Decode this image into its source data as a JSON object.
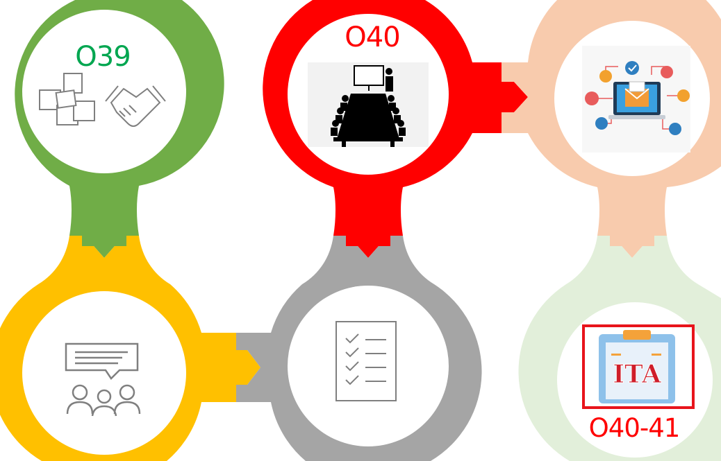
{
  "stages": [
    {
      "id": "planning",
      "color": "#70ad47",
      "label": "O39",
      "icon": "sticky-notes-handshake-icon"
    },
    {
      "id": "meeting",
      "color": "#ff0000",
      "label": "O40",
      "icon": "boardroom-meeting-icon"
    },
    {
      "id": "publish",
      "color": "#f8cbad",
      "label": "",
      "icon": "laptop-email-network-icon"
    },
    {
      "id": "discuss",
      "color": "#ffc000",
      "label": "",
      "icon": "group-feedback-icon"
    },
    {
      "id": "checklist",
      "color": "#a5a5a5",
      "label": "",
      "icon": "checklist-icon"
    },
    {
      "id": "assess",
      "color": "#e2efda",
      "label": "O40-41",
      "icon": "ita-clipboard-icon"
    }
  ],
  "labels": {
    "label_color_green": "#00a650",
    "label_color_red": "#ff0000"
  },
  "ita_badge": {
    "text": "ITA",
    "frame_color": "#e8141b"
  }
}
